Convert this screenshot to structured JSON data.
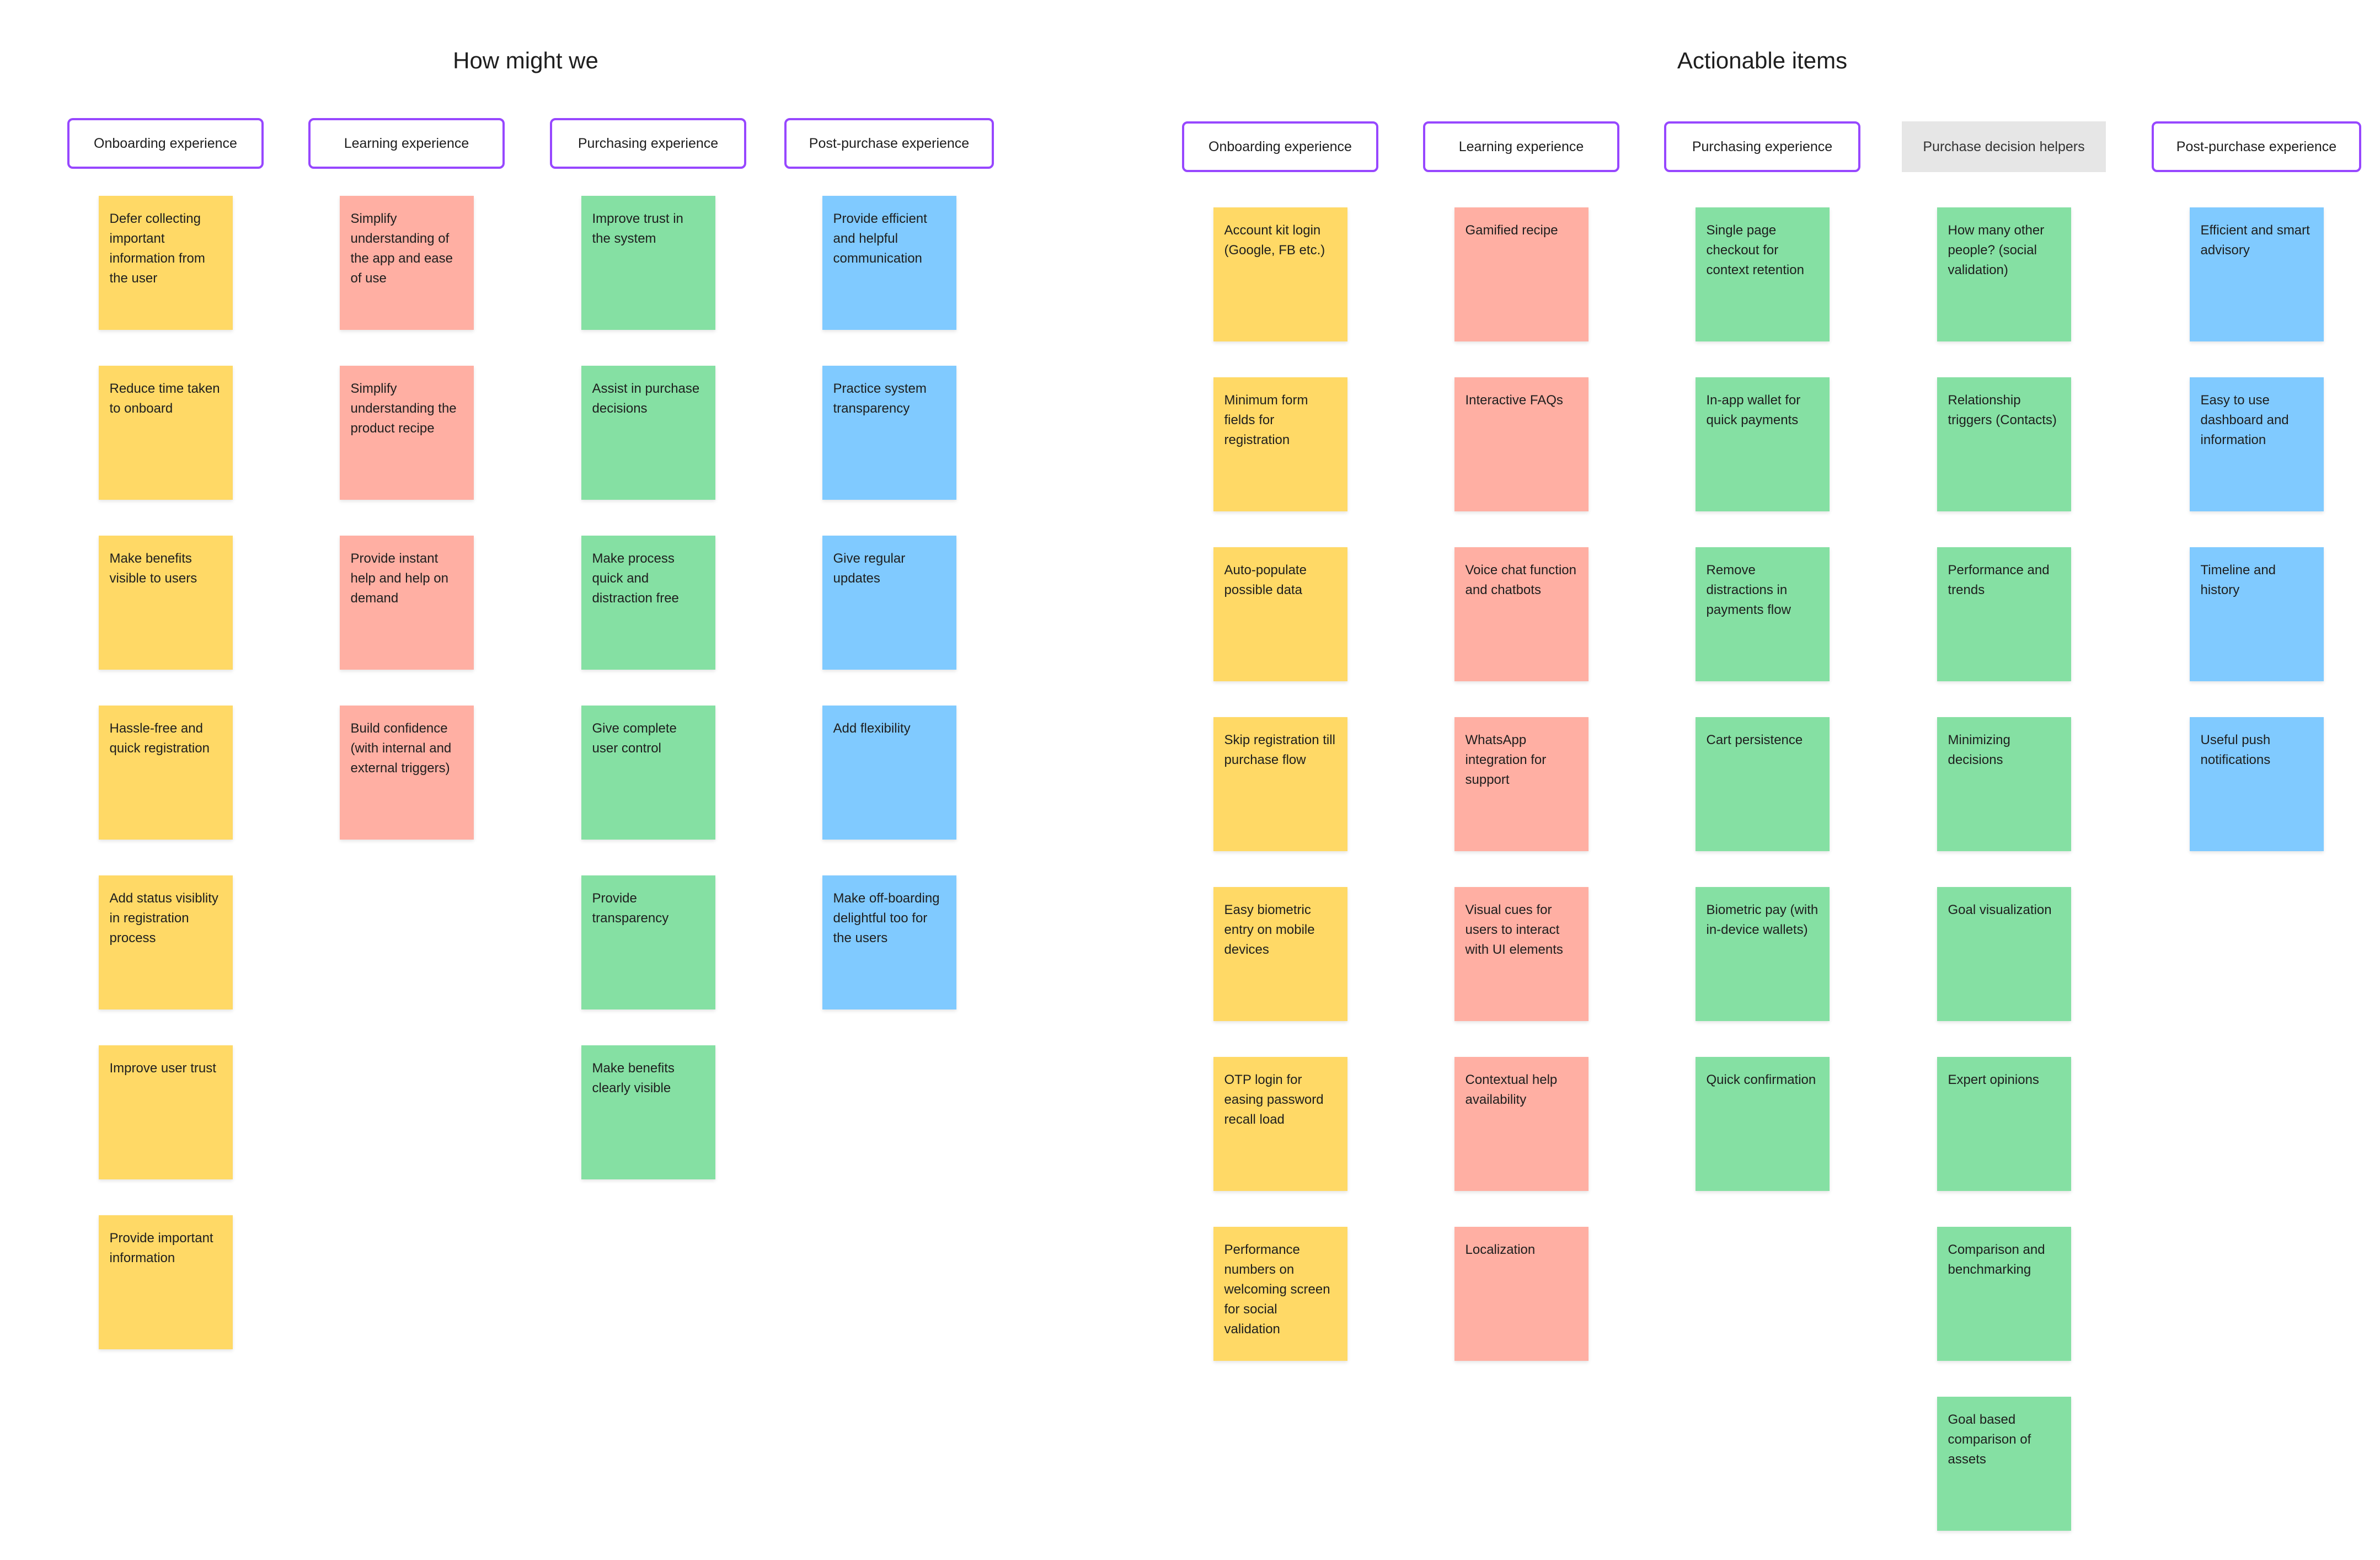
{
  "colors": {
    "yellow": "#ffd966",
    "pink": "#ffafa3",
    "green": "#85e0a3",
    "blue": "#80caff",
    "header_border": "#9747ff",
    "plain_header_bg": "#e6e6e6"
  },
  "sections": [
    {
      "title": "How might we",
      "columns": [
        {
          "header": "Onboarding experience",
          "header_style": "outlined",
          "color": "yellow",
          "notes": [
            "Defer collecting important information from the user",
            "Reduce time taken to onboard",
            "Make benefits visible to users",
            "Hassle-free and quick registration",
            "Add status visiblity in registration process",
            "Improve user trust",
            "Provide important information"
          ]
        },
        {
          "header": "Learning experience",
          "header_style": "outlined",
          "color": "pink",
          "notes": [
            "Simplify understanding of the app and ease of use",
            "Simplify understanding the product recipe",
            "Provide instant help and help on demand",
            "Build confidence (with internal and external triggers)"
          ]
        },
        {
          "header": "Purchasing experience",
          "header_style": "outlined",
          "color": "green",
          "notes": [
            "Improve trust in the system",
            "Assist in purchase decisions",
            "Make process quick and distraction free",
            "Give complete user control",
            "Provide transparency",
            "Make benefits clearly visible"
          ]
        },
        {
          "header": "Post-purchase experience",
          "header_style": "outlined",
          "color": "blue",
          "notes": [
            "Provide efficient and helpful communication",
            "Practice system transparency",
            "Give regular updates",
            "Add flexibility",
            "Make off-boarding delightful too for the users"
          ]
        }
      ]
    },
    {
      "title": "Actionable items",
      "columns": [
        {
          "header": "Onboarding experience",
          "header_style": "outlined",
          "color": "yellow",
          "notes": [
            "Account kit login (Google, FB etc.)",
            "Minimum form fields for registration",
            "Auto-populate possible data",
            "Skip registration till purchase flow",
            "Easy biometric entry on mobile devices",
            "OTP login for easing password recall load",
            "Performance numbers on welcoming screen for social validation"
          ]
        },
        {
          "header": "Learning experience",
          "header_style": "outlined",
          "color": "pink",
          "notes": [
            "Gamified recipe",
            "Interactive FAQs",
            "Voice chat function and chatbots",
            "WhatsApp integration for support",
            "Visual cues for users to interact with UI elements",
            "Contextual help availability",
            "Localization"
          ]
        },
        {
          "header": "Purchasing experience",
          "header_style": "outlined",
          "color": "green",
          "notes": [
            "Single page checkout for context retention",
            "In-app wallet for quick payments",
            "Remove distractions in payments flow",
            "Cart persistence",
            "Biometric pay (with in-device wallets)",
            "Quick confirmation"
          ]
        },
        {
          "header": "Purchase decision helpers",
          "header_style": "plain",
          "color": "green",
          "notes": [
            "How many other people? (social validation)",
            "Relationship triggers (Contacts)",
            "Performance and trends",
            "Minimizing decisions",
            "Goal visualization",
            "Expert opinions",
            "Comparison and benchmarking",
            "Goal based comparison of assets"
          ]
        },
        {
          "header": "Post-purchase experience",
          "header_style": "outlined",
          "color": "blue",
          "notes": [
            "Efficient and smart advisory",
            "Easy to use dashboard and information",
            "Timeline and history",
            "Useful push notifications"
          ]
        }
      ]
    }
  ]
}
